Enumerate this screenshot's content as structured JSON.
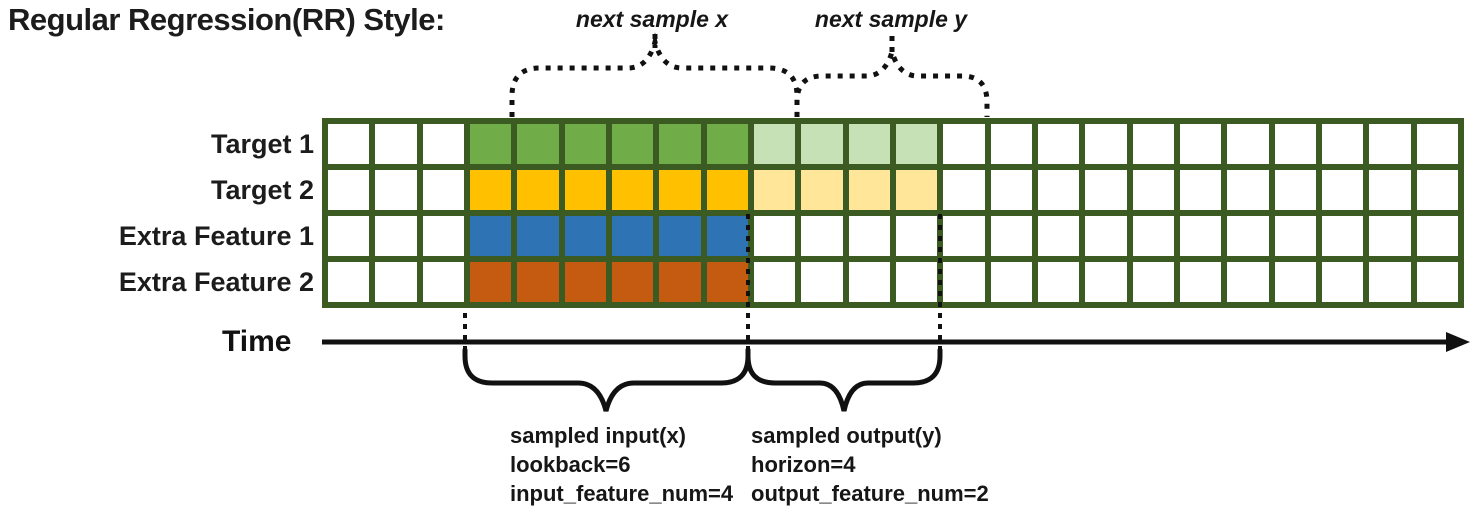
{
  "title": "Regular Regression(RR) Style:",
  "annotations": {
    "next_sample_x": "next sample x",
    "next_sample_y": "next sample y",
    "input_line1": "sampled input(x)",
    "input_line2": "lookback=6",
    "input_line3": "input_feature_num=4",
    "output_line1": "sampled output(y)",
    "output_line2": "horizon=4",
    "output_line3": "output_feature_num=2"
  },
  "time_axis": {
    "label": "Time"
  },
  "grid": {
    "columns": 24,
    "input_start_col": 3,
    "input_length": 6,
    "output_length": 4,
    "border_color": "#3C5B22",
    "cell_color": "#ffffff",
    "rows": [
      {
        "label": "Target 1",
        "solid": "#70AC48",
        "light": "#C7E1B6",
        "has_output": true
      },
      {
        "label": "Target 2",
        "solid": "#FFC000",
        "light": "#FFE699",
        "has_output": true
      },
      {
        "label": "Extra Feature 1",
        "solid": "#2E74B5",
        "light": "#ffffff",
        "has_output": false
      },
      {
        "label": "Extra Feature 2",
        "solid": "#C55A11",
        "light": "#ffffff",
        "has_output": false
      }
    ]
  }
}
